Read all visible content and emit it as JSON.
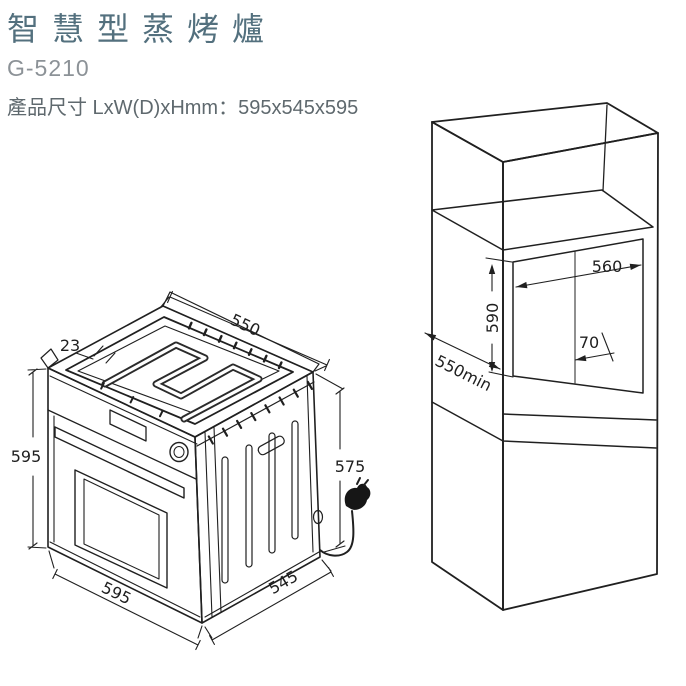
{
  "header": {
    "title": "智慧型蒸烤爐",
    "model": "G-5210",
    "dimensions": "產品尺寸 LxW(D)xHmm：595x545x595"
  },
  "oven": {
    "dims": {
      "overhang": "23",
      "top_depth": "550",
      "height_left": "595",
      "height_right": "575",
      "front_width": "595",
      "bottom_depth": "545"
    }
  },
  "cabinet": {
    "dims": {
      "niche_width": "560",
      "niche_height": "590",
      "cable_offset": "70",
      "min_depth": "550min"
    }
  },
  "colors": {
    "title_text": "#53707e",
    "secondary_text": "#8c9297",
    "spec_text": "#5f696e",
    "line": "#202020"
  }
}
